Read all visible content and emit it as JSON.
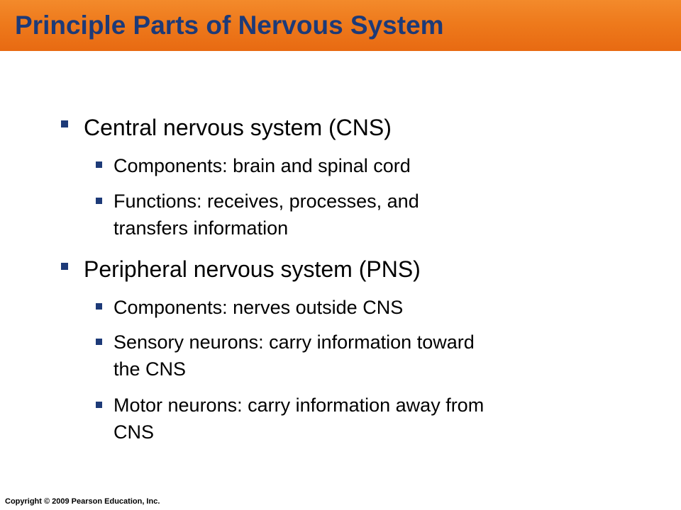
{
  "slide": {
    "title": "Principle Parts of Nervous System",
    "bullets": [
      {
        "text": "Central nervous system (CNS)",
        "sub": [
          {
            "line1": "Components: brain and spinal cord",
            "line2": ""
          },
          {
            "line1": "Functions: receives, processes, and",
            "line2": "transfers information"
          }
        ]
      },
      {
        "text": "Peripheral nervous system (PNS)",
        "sub": [
          {
            "line1": "Components: nerves outside CNS",
            "line2": ""
          },
          {
            "line1": "Sensory neurons: carry information toward",
            "line2": "the CNS"
          },
          {
            "line1": "Motor neurons: carry information away from",
            "line2": "CNS"
          }
        ]
      }
    ]
  },
  "footer": {
    "copyright": "Copyright © 2009 Pearson Education, Inc."
  },
  "colors": {
    "title_bar": "#ee7a1c",
    "title_text": "#1d3a78",
    "bullet": "#1d3a78",
    "body_text": "#000000"
  }
}
